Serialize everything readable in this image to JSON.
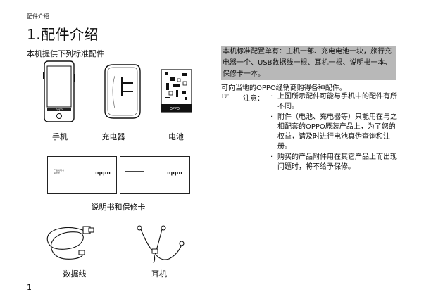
{
  "header": {
    "section": "配件介绍",
    "title": "1.配件介绍"
  },
  "intro": "本机提供下列标准配件",
  "items": {
    "phone": "手机",
    "charger": "充电器",
    "battery": "电池",
    "manual": "说明书和保修卡",
    "usb": "数据线",
    "earphone": "耳机"
  },
  "brand": "oppo",
  "battery_brand": "OPPO",
  "manual_card": {
    "small_text_1": "产品说明书",
    "small_text_2": "保修卡"
  },
  "right": {
    "standard_config": "本机标准配置单有：主机一部、充电电池一块，旅行充电器一个、USB数据线一根、耳机一根、说明书一本、保修卡一本。",
    "available": "可向当地的OPPO经销商购得各种配件。",
    "note_label": "注意：",
    "notes": [
      "上图所示配件可能与手机中的配件有所不同。",
      "附件（电池、充电器等）只能用在与之相配套的OPPO原装产品上，为了您的权益，请及时进行电池真伪查询和注册。",
      "购买的产品附件用在其它产品上而出现问题时，将不给予保修。"
    ]
  },
  "page_number": "1"
}
